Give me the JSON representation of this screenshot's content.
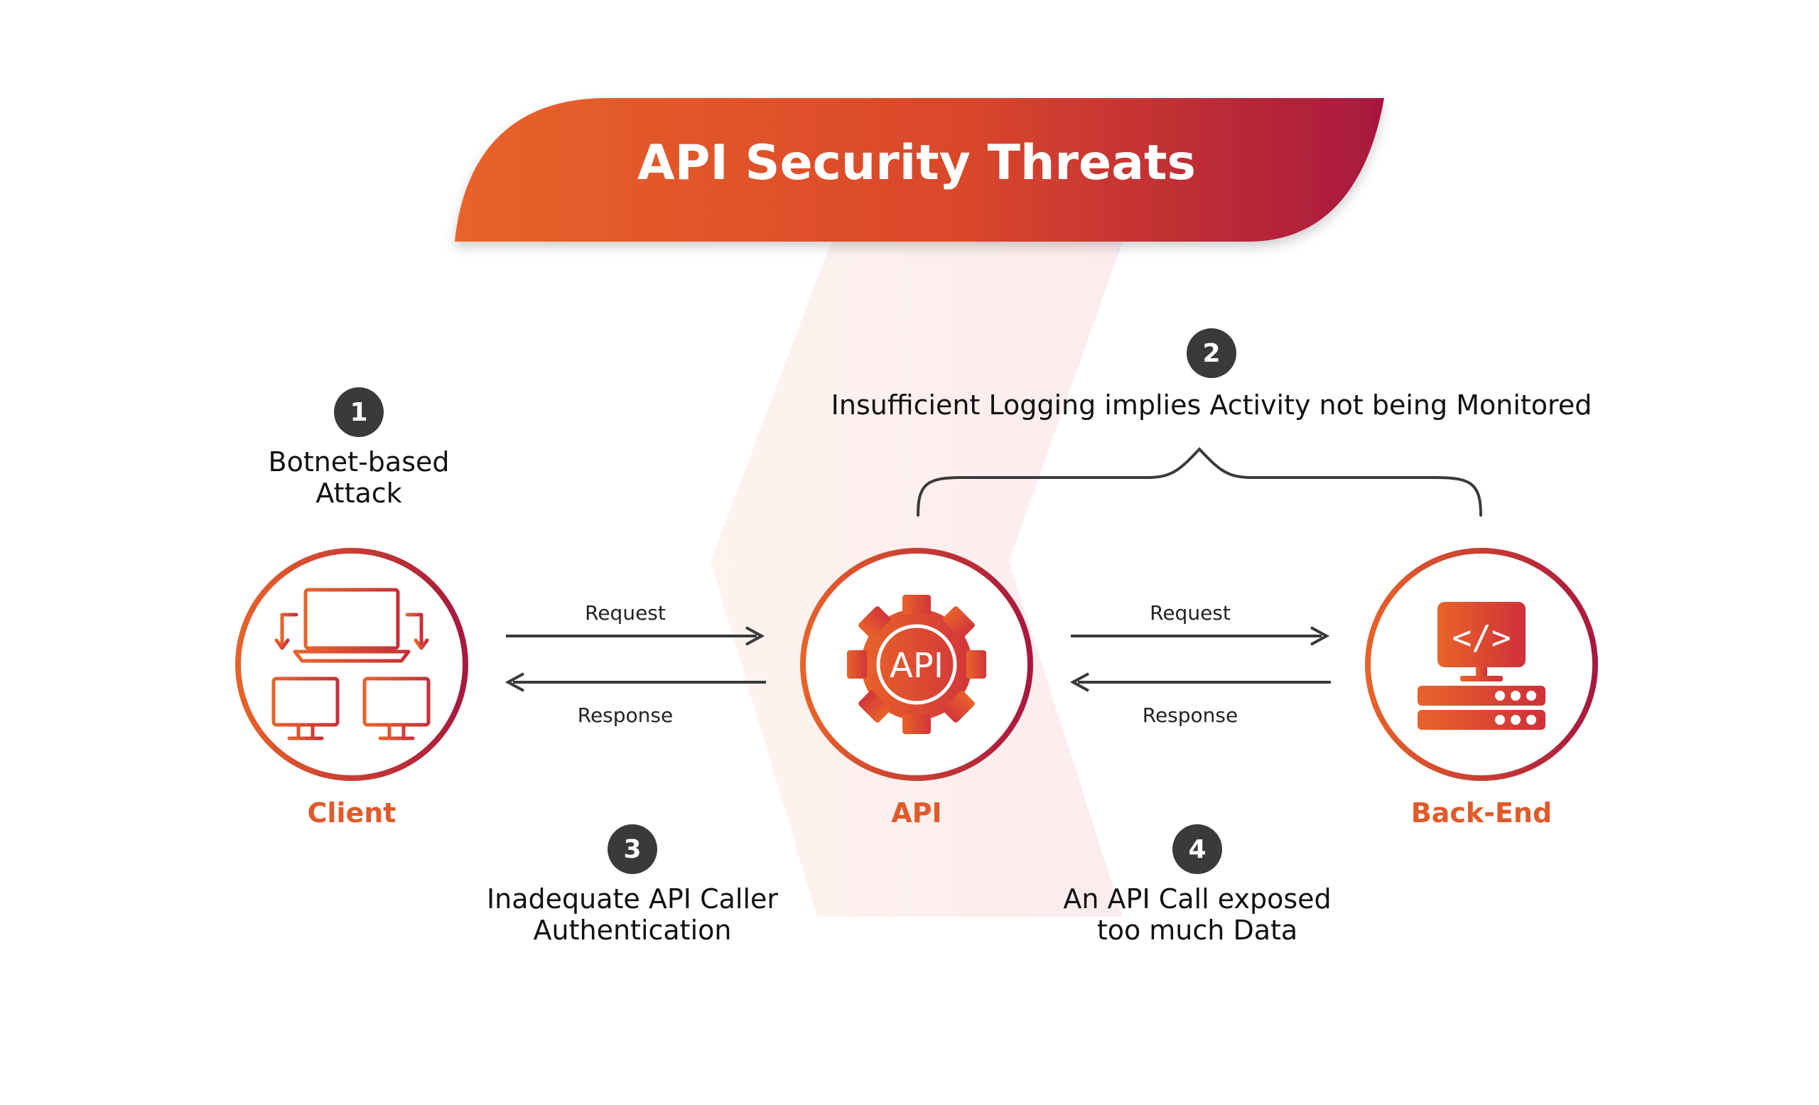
{
  "title": "API Security Threats",
  "threats": [
    {
      "number": "1",
      "text": "Botnet-based Attack"
    },
    {
      "number": "2",
      "text": "Insufficient Logging implies Activity not being Monitored"
    },
    {
      "number": "3",
      "text": "Inadequate API Caller Authentication"
    },
    {
      "number": "4",
      "text": "An API Call exposed too much Data"
    }
  ],
  "nodes": {
    "client": "Client",
    "api": "API",
    "backend": "Back-End",
    "api_icon_text": "API",
    "code_icon_text": "</>"
  },
  "flows": {
    "left": {
      "request": "Request",
      "response": "Response"
    },
    "right": {
      "request": "Request",
      "response": "Response"
    }
  },
  "colors": {
    "orange": "#e8632a",
    "crimson": "#a8183e",
    "badge": "#3a3a3a",
    "label": "#e05a2a"
  }
}
